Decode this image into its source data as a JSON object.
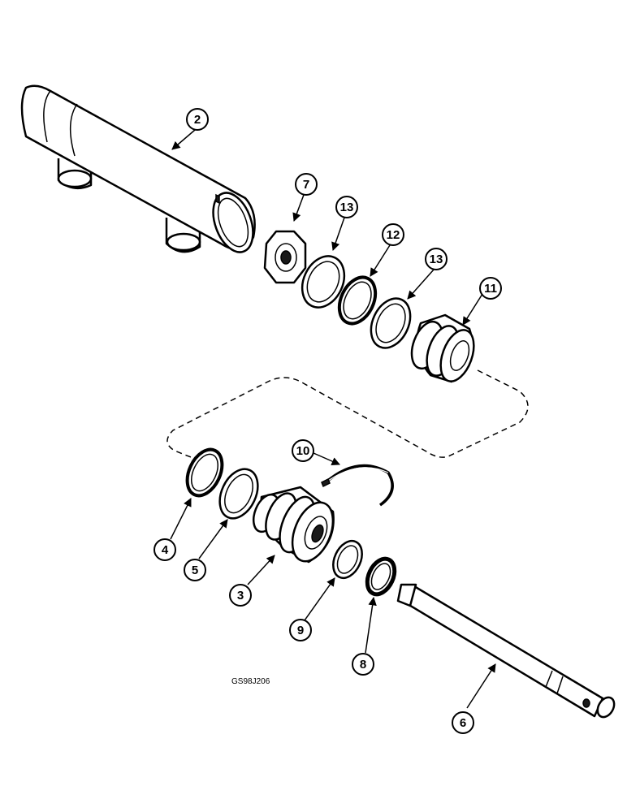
{
  "figure_code": "GS98J206",
  "callouts": [
    {
      "id": "2",
      "label": "2"
    },
    {
      "id": "7",
      "label": "7"
    },
    {
      "id": "13a",
      "label": "13"
    },
    {
      "id": "12",
      "label": "12"
    },
    {
      "id": "13b",
      "label": "13"
    },
    {
      "id": "11",
      "label": "11"
    },
    {
      "id": "10",
      "label": "10"
    },
    {
      "id": "4",
      "label": "4"
    },
    {
      "id": "5",
      "label": "5"
    },
    {
      "id": "3",
      "label": "3"
    },
    {
      "id": "9",
      "label": "9"
    },
    {
      "id": "8",
      "label": "8"
    },
    {
      "id": "6",
      "label": "6"
    }
  ]
}
